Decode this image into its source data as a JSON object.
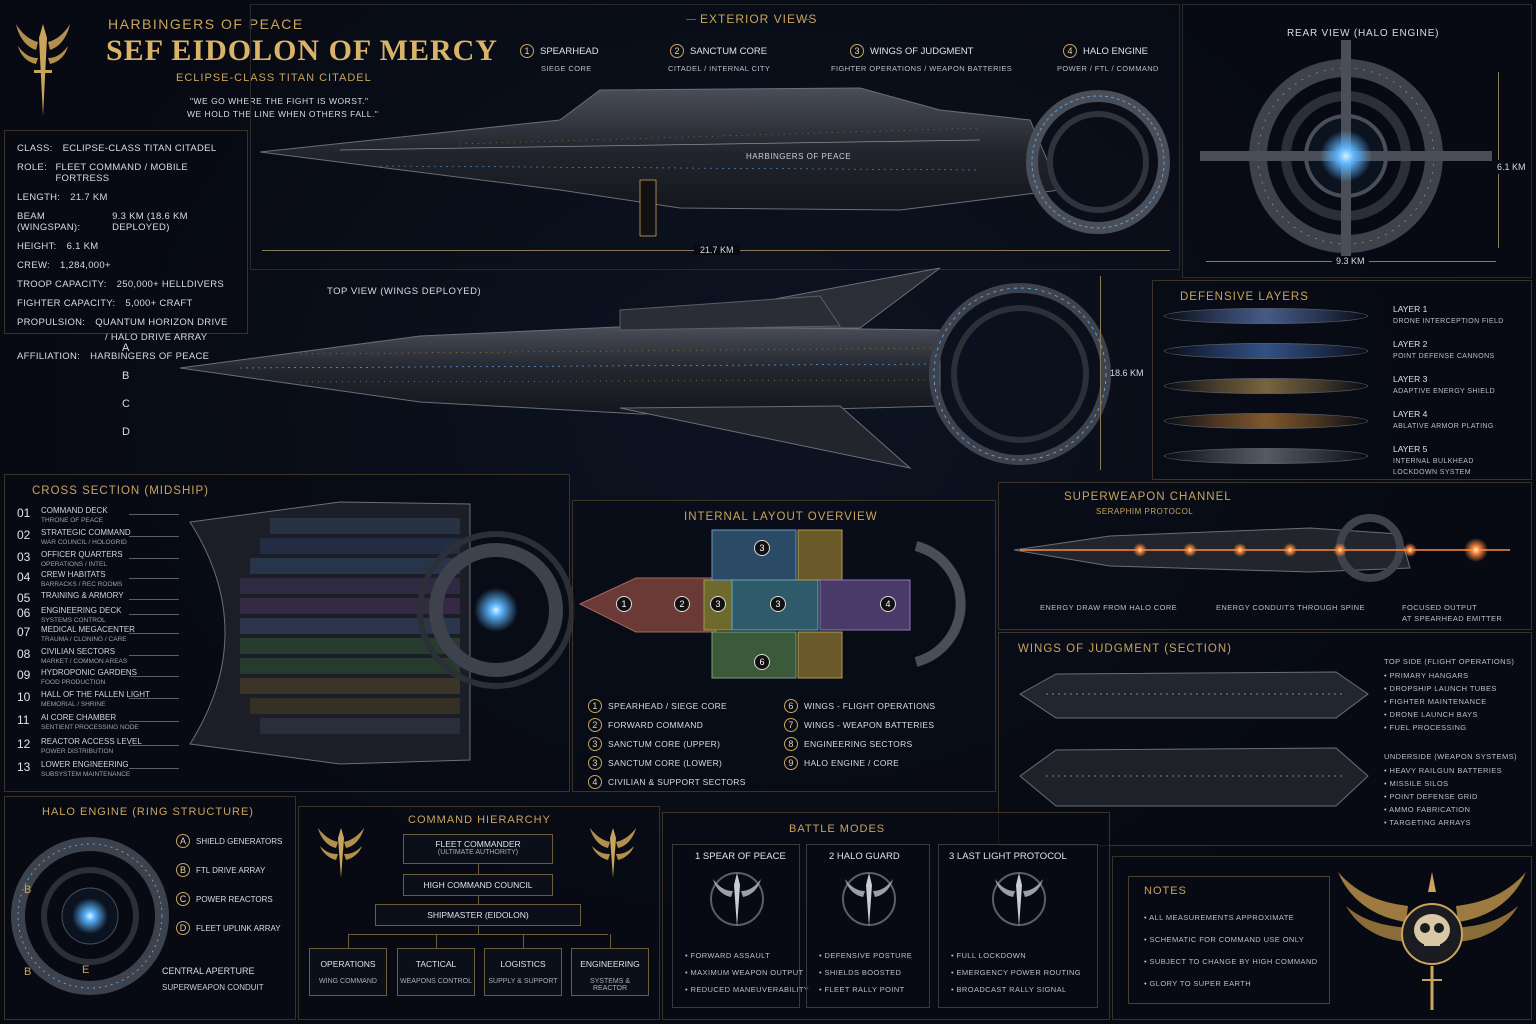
{
  "header": {
    "pretitle": "HARBINGERS OF PEACE",
    "title": "SEF EIDOLON OF MERCY",
    "subtitle": "ECLIPSE-CLASS TITAN CITADEL",
    "quote_line1": "\"WE GO WHERE THE FIGHT IS WORST.\"",
    "quote_line2": "WE HOLD THE LINE WHEN OTHERS FALL.\""
  },
  "specs": [
    {
      "k": "CLASS:",
      "v": "ECLIPSE-CLASS TITAN CITADEL"
    },
    {
      "k": "ROLE:",
      "v": "FLEET COMMAND / MOBILE FORTRESS"
    },
    {
      "k": "LENGTH:",
      "v": "21.7 KM"
    },
    {
      "k": "BEAM (WINGSPAN):",
      "v": "9.3 KM (18.6 KM DEPLOYED)"
    },
    {
      "k": "HEIGHT:",
      "v": "6.1 KM"
    },
    {
      "k": "CREW:",
      "v": "1,284,000+"
    },
    {
      "k": "TROOP CAPACITY:",
      "v": "250,000+ HELLDIVERS"
    },
    {
      "k": "FIGHTER CAPACITY:",
      "v": "5,000+ CRAFT"
    },
    {
      "k": "PROPULSION:",
      "v": "QUANTUM HORIZON DRIVE"
    },
    {
      "k": "",
      "v": "/ HALO DRIVE ARRAY"
    },
    {
      "k": "AFFILIATION:",
      "v": "HARBINGERS OF PEACE"
    }
  ],
  "exterior": {
    "title": "EXTERIOR VIEWS",
    "sections": [
      {
        "num": "1",
        "name": "SPEARHEAD",
        "desc": "SIEGE CORE"
      },
      {
        "num": "2",
        "name": "SANCTUM CORE",
        "desc": "CITADEL / INTERNAL CITY"
      },
      {
        "num": "3",
        "name": "WINGS OF JUDGMENT",
        "desc": "FIGHTER OPERATIONS / WEAPON BATTERIES"
      },
      {
        "num": "4",
        "name": "HALO ENGINE",
        "desc": "POWER / FTL / COMMAND"
      }
    ],
    "hull_text": "HARBINGERS OF PEACE",
    "length": "21.7 KM"
  },
  "rear": {
    "title": "REAR VIEW (HALO ENGINE)",
    "height": "6.1 KM",
    "width": "9.3 KM"
  },
  "top": {
    "title": "TOP VIEW (WINGS DEPLOYED)",
    "markers": [
      "A",
      "B",
      "C",
      "D"
    ],
    "span": "18.6 KM"
  },
  "defense": {
    "title": "DEFENSIVE LAYERS",
    "layers": [
      {
        "name": "LAYER 1",
        "desc": "DRONE INTERCEPTION FIELD",
        "desc2": "",
        "color": "#6f8fd6"
      },
      {
        "name": "LAYER 2",
        "desc": "POINT DEFENSE CANNONS",
        "desc2": "",
        "color": "#4f7fd0"
      },
      {
        "name": "LAYER 3",
        "desc": "ADAPTIVE ENERGY SHIELD",
        "desc2": "",
        "color": "#c4a058"
      },
      {
        "name": "LAYER 4",
        "desc": "ABLATIVE ARMOR PLATING",
        "desc2": "",
        "color": "#d08a3a"
      },
      {
        "name": "LAYER 5",
        "desc": "INTERNAL BULKHEAD",
        "desc2": "LOCKDOWN SYSTEM",
        "color": "#8a8f99"
      }
    ]
  },
  "cross": {
    "title": "CROSS SECTION (MIDSHIP)",
    "items": [
      {
        "n": "01",
        "t": "COMMAND DECK",
        "s": "THRONE OF PEACE"
      },
      {
        "n": "02",
        "t": "STRATEGIC COMMAND",
        "s": "WAR COUNCIL / HOLOGRID"
      },
      {
        "n": "03",
        "t": "OFFICER QUARTERS",
        "s": "OPERATIONS / INTEL"
      },
      {
        "n": "04",
        "t": "CREW HABITATS",
        "s": "BARRACKS / REC ROOMS"
      },
      {
        "n": "05",
        "t": "TRAINING & ARMORY",
        "s": ""
      },
      {
        "n": "06",
        "t": "ENGINEERING DECK",
        "s": "SYSTEMS CONTROL"
      },
      {
        "n": "07",
        "t": "MEDICAL MEGACENTER",
        "s": "TRAUMA / CLONING / CARE"
      },
      {
        "n": "08",
        "t": "CIVILIAN SECTORS",
        "s": "MARKET / COMMON AREAS"
      },
      {
        "n": "09",
        "t": "HYDROPONIC GARDENS",
        "s": "FOOD PRODUCTION"
      },
      {
        "n": "10",
        "t": "HALL OF THE FALLEN LIGHT",
        "s": "MEMORIAL / SHRINE"
      },
      {
        "n": "11",
        "t": "AI CORE CHAMBER",
        "s": "SENTIENT PROCESSING NODE"
      },
      {
        "n": "12",
        "t": "REACTOR ACCESS LEVEL",
        "s": "POWER DISTRIBUTION"
      },
      {
        "n": "13",
        "t": "LOWER ENGINEERING",
        "s": "SUBSYSTEM MAINTENANCE"
      }
    ]
  },
  "internal": {
    "title": "INTERNAL LAYOUT OVERVIEW",
    "legend_left": [
      {
        "n": "1",
        "t": "SPEARHEAD / SIEGE CORE"
      },
      {
        "n": "2",
        "t": "FORWARD COMMAND"
      },
      {
        "n": "3",
        "t": "SANCTUM CORE (UPPER)"
      },
      {
        "n": "3",
        "t": "SANCTUM CORE (LOWER)"
      },
      {
        "n": "4",
        "t": "CIVILIAN & SUPPORT SECTORS"
      }
    ],
    "legend_right": [
      {
        "n": "6",
        "t": "WINGS - FLIGHT OPERATIONS"
      },
      {
        "n": "7",
        "t": "WINGS - WEAPON BATTERIES"
      },
      {
        "n": "8",
        "t": "ENGINEERING SECTORS"
      },
      {
        "n": "9",
        "t": "HALO ENGINE / CORE"
      }
    ],
    "map_labels": [
      "1",
      "2",
      "3",
      "3",
      "3",
      "4",
      "6"
    ]
  },
  "superweapon": {
    "title": "SUPERWEAPON CHANNEL",
    "subtitle": "SERAPHIM PROTOCOL",
    "c1": "ENERGY DRAW FROM HALO CORE",
    "c2": "ENERGY CONDUITS THROUGH SPINE",
    "c3a": "FOCUSED OUTPUT",
    "c3b": "AT SPEARHEAD EMITTER"
  },
  "wings": {
    "title": "WINGS OF JUDGMENT (SECTION)",
    "top_title": "TOP SIDE (FLIGHT OPERATIONS)",
    "top_items": [
      "• PRIMARY HANGARS",
      "• DROPSHIP LAUNCH TUBES",
      "• FIGHTER MAINTENANCE",
      "• DRONE LAUNCH BAYS",
      "• FUEL PROCESSING"
    ],
    "under_title": "UNDERSIDE (WEAPON SYSTEMS)",
    "under_items": [
      "• HEAVY RAILGUN BATTERIES",
      "• MISSILE SILOS",
      "• POINT DEFENSE GRID",
      "• AMMO FABRICATION",
      "• TARGETING ARRAYS"
    ]
  },
  "halo": {
    "title": "HALO ENGINE (RING STRUCTURE)",
    "items": [
      {
        "n": "A",
        "t": "SHIELD GENERATORS"
      },
      {
        "n": "B",
        "t": "FTL DRIVE ARRAY"
      },
      {
        "n": "C",
        "t": "POWER REACTORS"
      },
      {
        "n": "D",
        "t": "FLEET UPLINK ARRAY"
      }
    ],
    "ring_letters": [
      "B",
      "B",
      "E"
    ],
    "aperture_title": "CENTRAL APERTURE",
    "aperture_sub": "SUPERWEAPON CONDUIT"
  },
  "command": {
    "title": "COMMAND HIERARCHY",
    "fleet": "FLEET COMMANDER",
    "fleet_sub": "(ULTIMATE AUTHORITY)",
    "council": "HIGH COMMAND COUNCIL",
    "shipmaster": "SHIPMASTER (EIDOLON)",
    "depts": [
      {
        "t": "OPERATIONS",
        "s": "WING COMMAND"
      },
      {
        "t": "TACTICAL",
        "s": "WEAPONS CONTROL"
      },
      {
        "t": "LOGISTICS",
        "s": "SUPPLY & SUPPORT"
      },
      {
        "t": "ENGINEERING",
        "s": "SYSTEMS & REACTOR"
      }
    ]
  },
  "battle": {
    "title": "BATTLE MODES",
    "modes": [
      {
        "title": "1 SPEAR OF PEACE",
        "items": [
          "• FORWARD ASSAULT",
          "• MAXIMUM WEAPON OUTPUT",
          "• REDUCED MANEUVERABILITY"
        ]
      },
      {
        "title": "2 HALO GUARD",
        "items": [
          "• DEFENSIVE POSTURE",
          "• SHIELDS BOOSTED",
          "• FLEET RALLY POINT"
        ]
      },
      {
        "title": "3 LAST LIGHT PROTOCOL",
        "items": [
          "• FULL LOCKDOWN",
          "• EMERGENCY POWER ROUTING",
          "• BROADCAST RALLY SIGNAL"
        ]
      }
    ]
  },
  "notes": {
    "title": "NOTES",
    "items": [
      "• ALL MEASUREMENTS APPROXIMATE",
      "• SCHEMATIC FOR COMMAND USE ONLY",
      "• SUBJECT TO CHANGE BY HIGH COMMAND",
      "• GLORY TO SUPER EARTH"
    ]
  },
  "colors": {
    "accent": "#c9a45c",
    "blue_glow": "#5fb6ff",
    "orange_glow": "#ff8a3c"
  }
}
